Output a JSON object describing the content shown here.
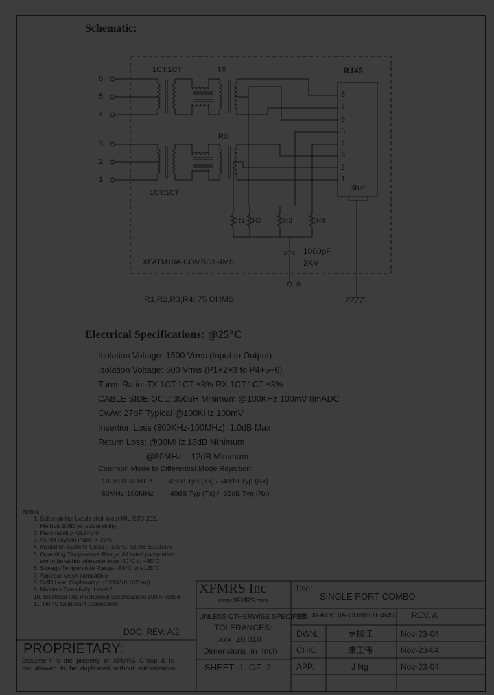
{
  "schematic": {
    "title": "Schematic:",
    "pins_left_top": [
      "6",
      "5",
      "4"
    ],
    "pins_left_bottom": [
      "3",
      "2",
      "1"
    ],
    "ratio_top": "1CT:1CT",
    "ratio_bottom": "1CT:1CT",
    "tx_label": "TX",
    "rx_label": "RX",
    "connector_label": "RJ45",
    "connector_pins": [
      "8",
      "7",
      "6",
      "5",
      "4",
      "3",
      "2",
      "1"
    ],
    "shield_label": "Shld",
    "resistors": [
      "R1",
      "R2",
      "R3",
      "R4"
    ],
    "cap_value": "1000pF",
    "cap_voltage": "2KV",
    "part_label": "XFATM10A-COMBO1-4MS",
    "ground_pin": "8",
    "resistor_note": "R1,R2,R3,R4: 75 OHMS"
  },
  "electrical": {
    "title": "Electrical    Specifications: @25°C",
    "lines": [
      "Isolation Voltage:   1500 Vrms (Input to Output)",
      "Isolation Voltage:   500 Vrms  (P1+2+3  to  P4+5+6)",
      "Turns Ratio: TX  1CT:1CT  ±3%  RX  1CT:1CT  ±3%",
      "CABLE SIDE OCL: 350uH Minimum @100KHz 100mV 8mADC",
      "Cw/w: 27pF Typical @100KHz 100mV",
      "Insertion Loss (300KHz-100MHz): 1.0dB Max",
      "Return Loss: @30MHz    18dB Minimum",
      "                    @80MHz    12dB Minimum"
    ],
    "cmdm_title": "Common Mode to Differential Mode Rejection:",
    "cmdm_rows": [
      "100KHz-60MHz       -45dB Typ (Tx) / -40dB Typ (Rx)",
      "60MHz-100MHz       -40dB Typ (Tx) / -35dB Typ (Rx)"
    ]
  },
  "notes": {
    "title": "Notes:",
    "items": [
      "1. Solderability: Leads shall meet MIL-STD-202,",
      "    Method 208D for solderability.",
      "2. Flammability: UL94V-0",
      "3. ASTM oxygen index: > 28%",
      "4. Insulation System: Class F 155°C, UL file E151556",
      "5. Operating Temperature Range: All listed parameters",
      "    are to be within tolerance from -40°C to +85°C",
      "6. Storage Temperature Range: -55°C to +125°C",
      "7. Aqueous wash compatible",
      "8. SMD Lead Coplanarity: ±0.004\"(0.102mm)",
      "9. Moisture Sensitivity: Level 2",
      "10. Electrical and mechanical specifications 100% tested",
      "11. RoHS Compliant Component"
    ]
  },
  "title_block": {
    "doc_rev": "DOC. REV: A/2",
    "company": "XFMRS Inc",
    "website": "www.XFMRS.com",
    "title_label": "Title:",
    "title_value": "SINGLE PORT COMBO",
    "unless": "UNLESS OTHERWISE SPECIFIED",
    "tolerances": "TOLERANCES:",
    "tol_value": ".xxx  ±0.010",
    "dimensions": "Dimensions  in  Inch",
    "sheet": "SHEET  1  OF  2",
    "pn_label": "P/N:",
    "pn_value": "XFATM10A-COMBO1-4MS",
    "rev": "REV. A",
    "dwn_label": "DWN.",
    "dwn_name": "罗振江",
    "dwn_date": "Nov-23-04",
    "chk_label": "CHK.",
    "chk_name": "康王伟",
    "chk_date": "Nov-23-04",
    "app_label": "APP.",
    "app_name": "J Ng",
    "app_date": "Nov-23-04",
    "proprietary_title": "PROPRIETARY:",
    "proprietary_text_1": "Document  is  the  property  of  XFMRS  Group  &  is",
    "proprietary_text_2": "not  allowed  to  be  duplicated  without  authorization."
  }
}
